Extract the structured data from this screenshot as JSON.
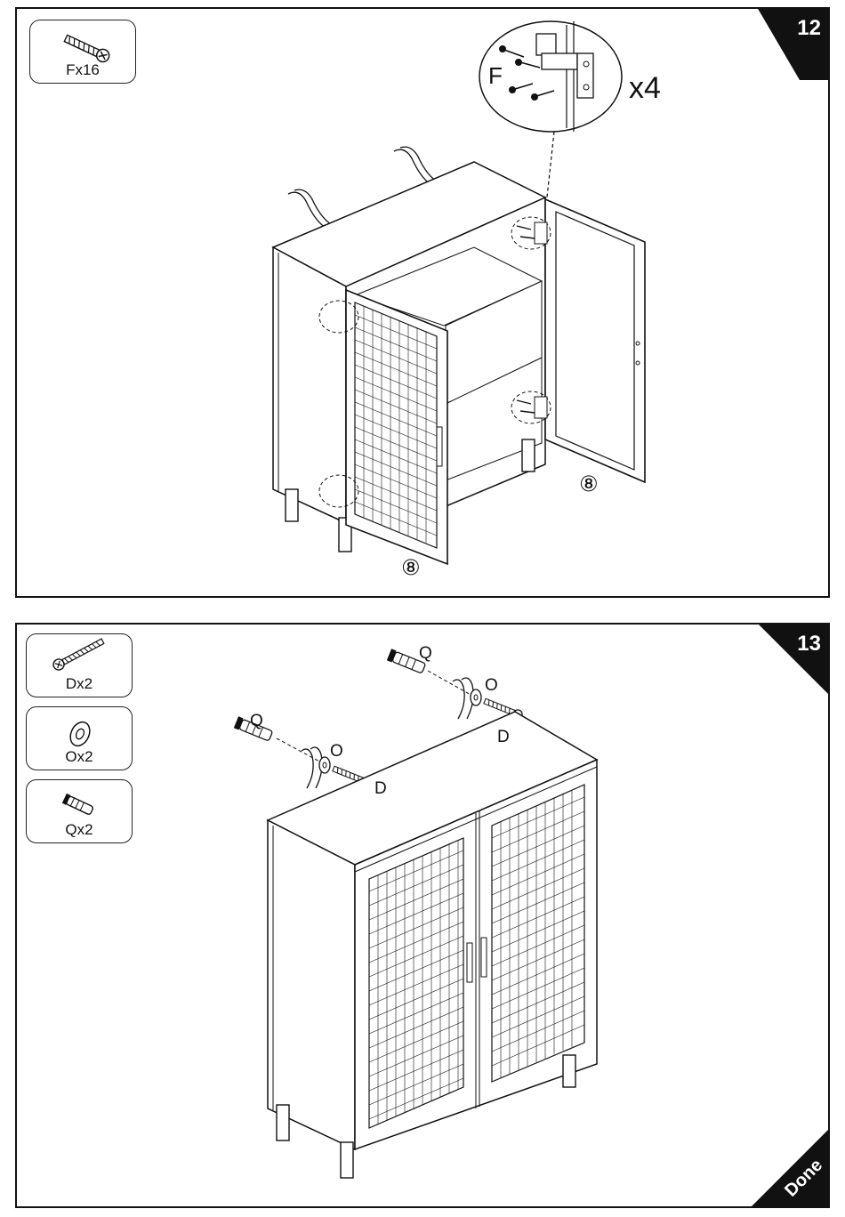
{
  "steps": [
    {
      "number": "12",
      "parts": [
        {
          "icon": "hinge-screw-icon",
          "label": "Fx16"
        }
      ],
      "inset_part": "F",
      "inset_qty": "x4",
      "door_labels": [
        "⑧",
        "⑧"
      ]
    },
    {
      "number": "13",
      "parts": [
        {
          "icon": "long-screw-icon",
          "label": "Dx2"
        },
        {
          "icon": "washer-icon",
          "label": "Ox2"
        },
        {
          "icon": "wall-anchor-icon",
          "label": "Qx2"
        }
      ],
      "callouts": {
        "q_left": "Q",
        "o_left": "O",
        "d_left": "D",
        "q_right": "Q",
        "o_right": "O",
        "d_right": "D"
      },
      "done": "Done"
    }
  ]
}
